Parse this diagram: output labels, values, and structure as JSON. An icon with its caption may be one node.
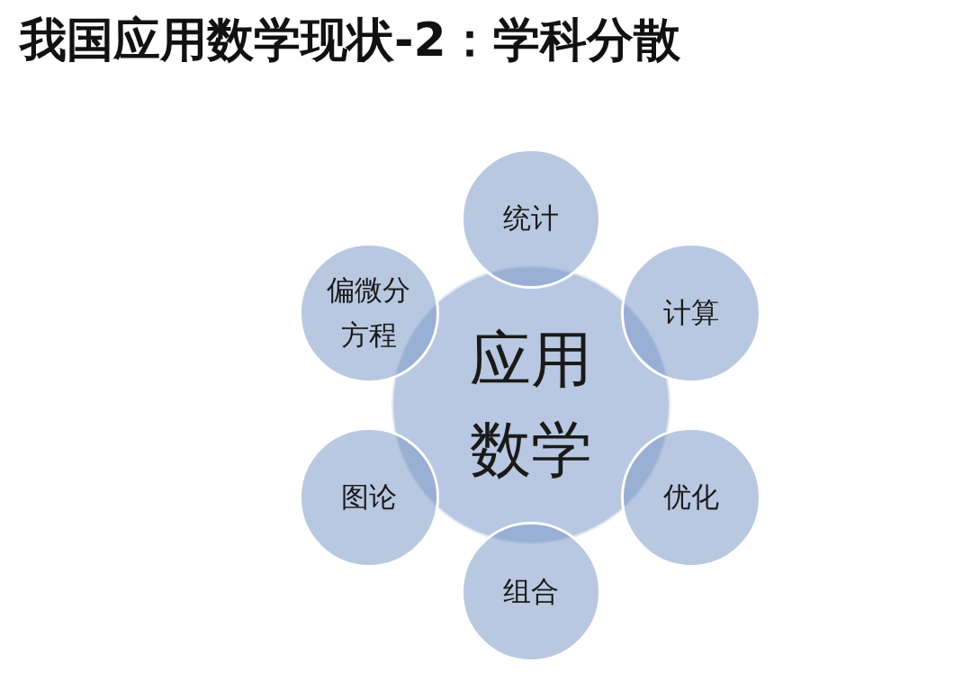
{
  "diagram": {
    "title": "我国应用数学现状-2：学科分散",
    "nodes": [
      {
        "text": [
          "应用数学"
        ]
      },
      {
        "text": [
          "统计"
        ]
      },
      {
        "text": [
          "计算"
        ]
      },
      {
        "text": [
          "优化"
        ]
      },
      {
        "text": [
          "组合"
        ]
      },
      {
        "text": [
          "图论"
        ]
      },
      {
        "text": [
          "偏微分方程"
        ]
      }
    ]
  }
}
